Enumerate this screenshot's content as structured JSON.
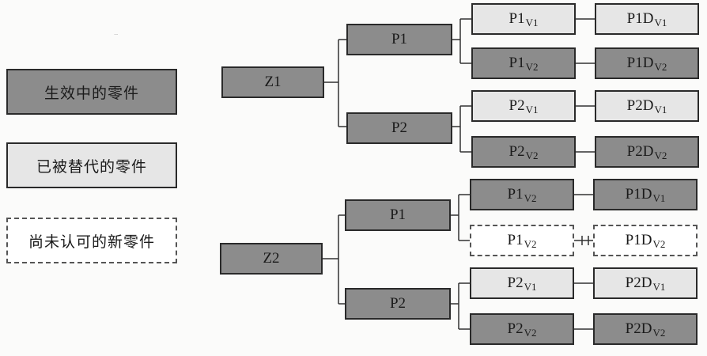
{
  "legend": {
    "active": "生效中的零件",
    "superseded": "已被替代的零件",
    "pending": "尚未认可的新零件"
  },
  "tree1": {
    "root": "Z1",
    "p1": {
      "label": "P1"
    },
    "p2": {
      "label": "P2"
    },
    "v": [
      {
        "base": "P1",
        "sub": "V1",
        "dbase": "P1D",
        "dsub": "V1"
      },
      {
        "base": "P1",
        "sub": "V2",
        "dbase": "P1D",
        "dsub": "V2"
      },
      {
        "base": "P2",
        "sub": "V1",
        "dbase": "P2D",
        "dsub": "V1"
      },
      {
        "base": "P2",
        "sub": "V2",
        "dbase": "P2D",
        "dsub": "V2"
      }
    ]
  },
  "tree2": {
    "root": "Z2",
    "p1": {
      "label": "P1"
    },
    "p2": {
      "label": "P2"
    },
    "v": [
      {
        "base": "P1",
        "sub": "V2",
        "dbase": "P1D",
        "dsub": "V1"
      },
      {
        "base": "P1",
        "sub": "V2",
        "dbase": "P1D",
        "dsub": "V2"
      },
      {
        "base": "P2",
        "sub": "V1",
        "dbase": "P2D",
        "dsub": "V1"
      },
      {
        "base": "P2",
        "sub": "V2",
        "dbase": "P2D",
        "dsub": "V2"
      }
    ]
  },
  "colors": {
    "active": "#8c8c8c",
    "superseded": "#e6e6e6",
    "pending": "#ffffff"
  }
}
